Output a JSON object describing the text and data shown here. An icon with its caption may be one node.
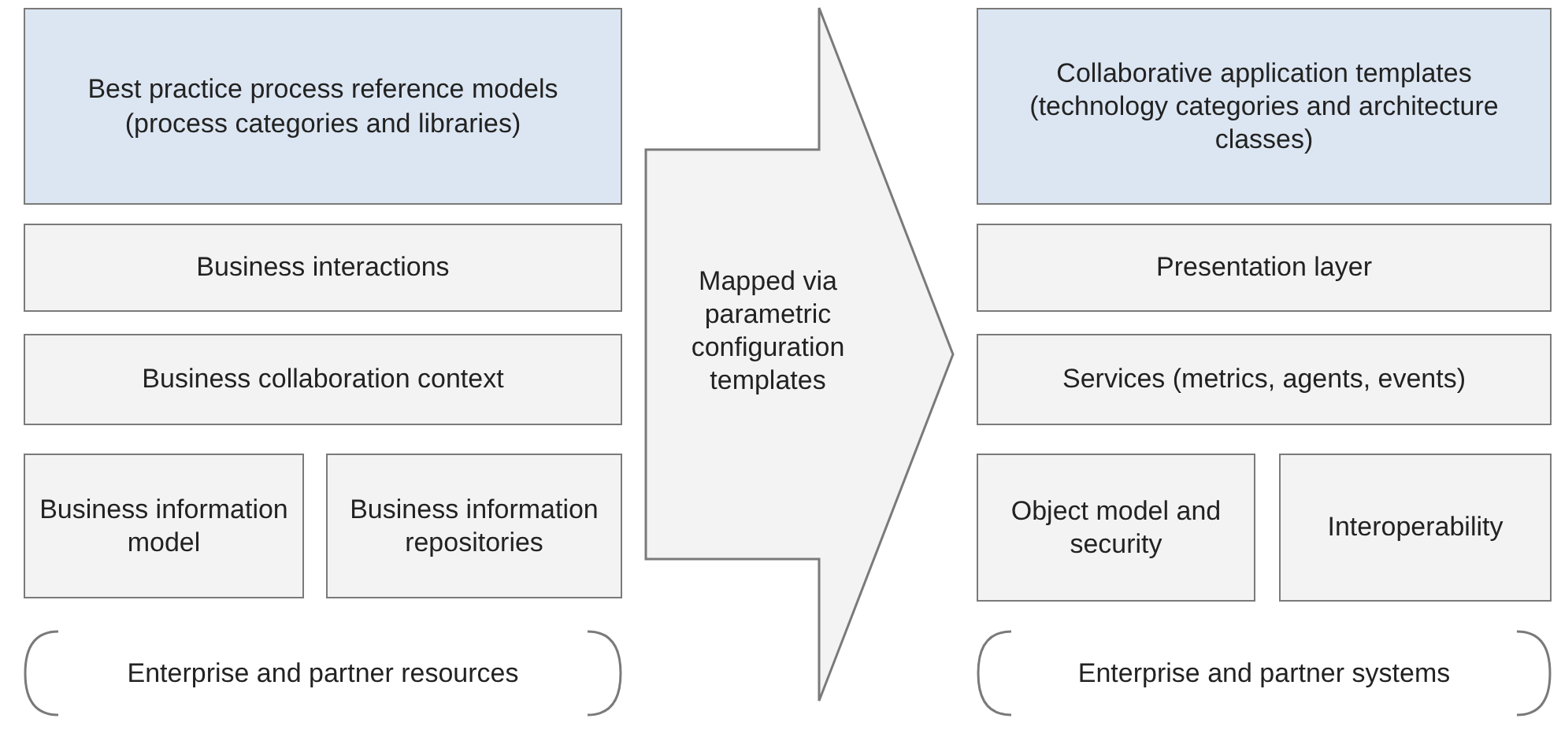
{
  "diagram": {
    "nodes": [
      {
        "text": [
          "Best practice process reference models (process categories and libraries)"
        ]
      },
      {
        "text": [
          "Business interactions"
        ]
      },
      {
        "text": [
          "Business collaboration context"
        ]
      },
      {
        "text": [
          "Business information model"
        ]
      },
      {
        "text": [
          "Business information repositories"
        ]
      },
      {
        "text": [
          "Enterprise and partner resources"
        ]
      },
      {
        "text": [
          "Mapped via parametric configuration templates"
        ]
      },
      {
        "text": [
          "Collaborative application templates (technology categories and architecture classes)"
        ]
      },
      {
        "text": [
          "Presentation layer"
        ]
      },
      {
        "text": [
          "Services (metrics, agents, events)"
        ]
      },
      {
        "text": [
          "Object model and security"
        ]
      },
      {
        "text": [
          "Interoperability"
        ]
      },
      {
        "text": [
          "Enterprise and partner systems"
        ]
      }
    ],
    "edges": []
  }
}
